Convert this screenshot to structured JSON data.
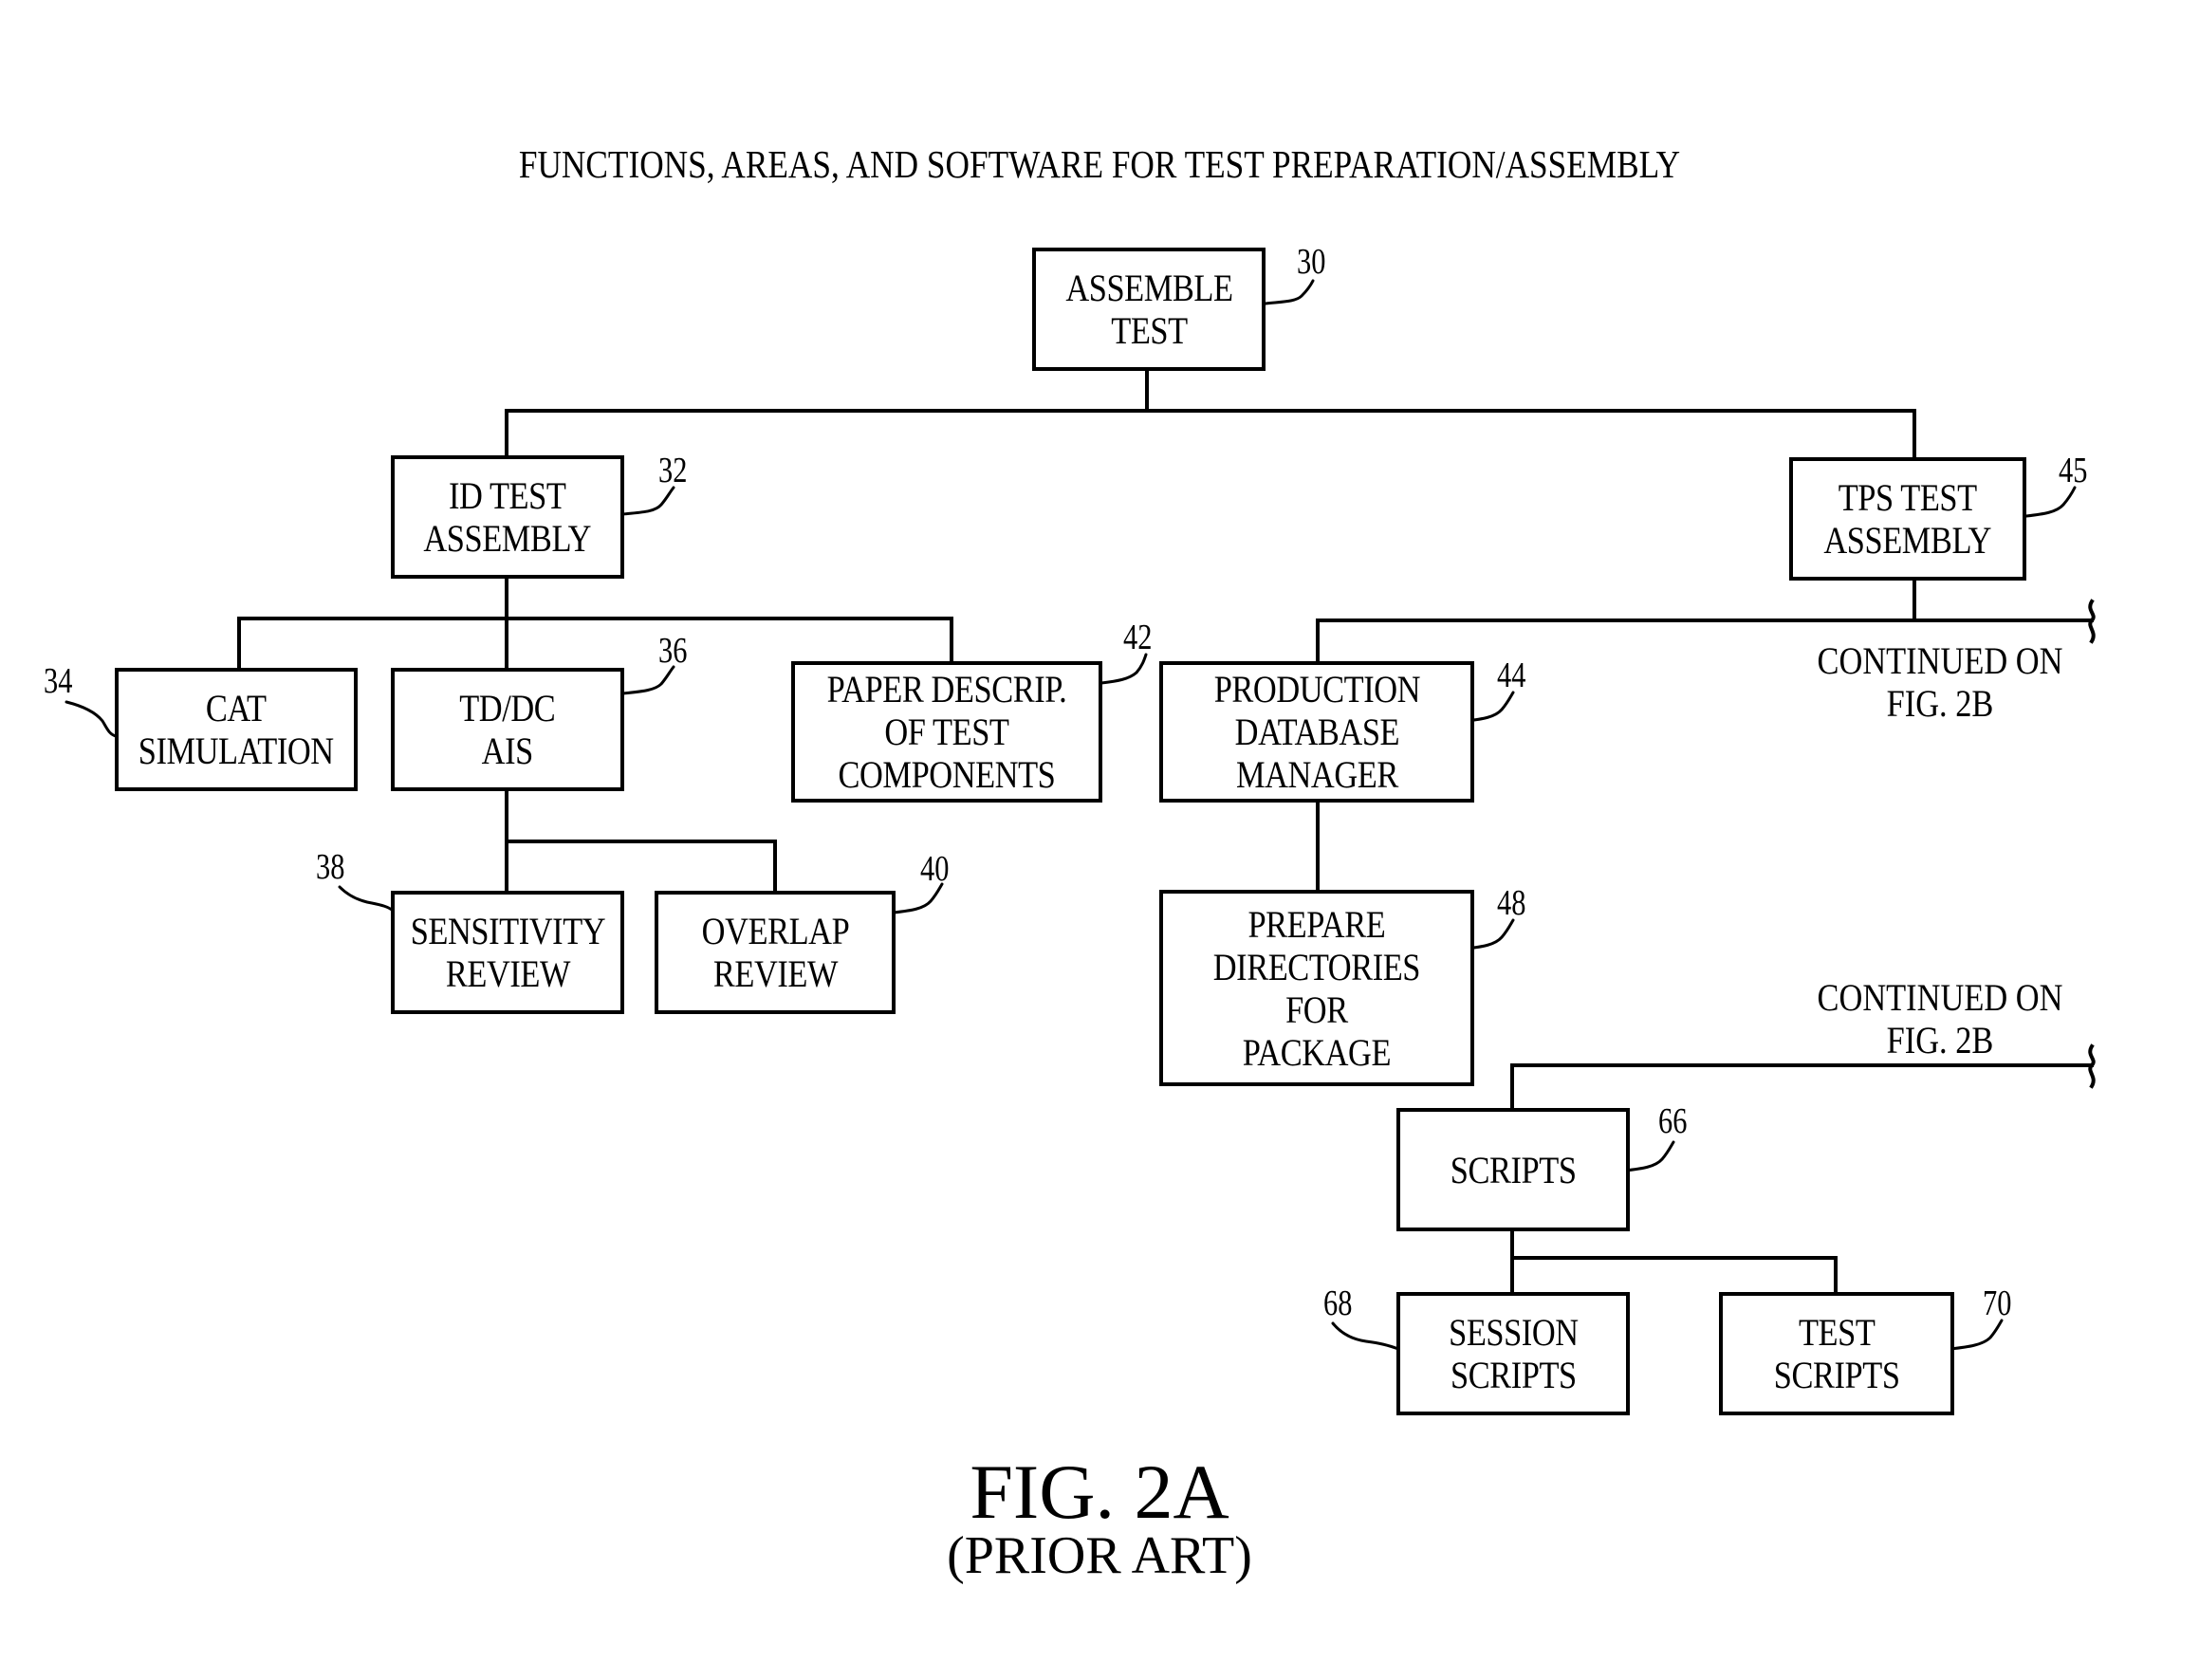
{
  "title": "FUNCTIONS,  AREAS, AND SOFTWARE FOR TEST PREPARATION/ASSEMBLY",
  "figure": {
    "label": "FIG. 2A",
    "sublabel": "(PRIOR ART)"
  },
  "nodes": {
    "assemble_test": {
      "lines": [
        "ASSEMBLE",
        "TEST"
      ],
      "ref": "30"
    },
    "id_test_assembly": {
      "lines": [
        "ID TEST",
        "ASSEMBLY"
      ],
      "ref": "32"
    },
    "tps_test_assembly": {
      "lines": [
        "TPS TEST",
        "ASSEMBLY"
      ],
      "ref": "45"
    },
    "cat_simulation": {
      "lines": [
        "CAT",
        "SIMULATION"
      ],
      "ref": "34"
    },
    "td_dc_ais": {
      "lines": [
        "TD/DC",
        "AIS"
      ],
      "ref": "36"
    },
    "paper_descrip": {
      "lines": [
        "PAPER DESCRIP.",
        "OF TEST",
        "COMPONENTS"
      ],
      "ref": "42"
    },
    "production_db_manager": {
      "lines": [
        "PRODUCTION",
        "DATABASE",
        "MANAGER"
      ],
      "ref": "44"
    },
    "sensitivity_review": {
      "lines": [
        "SENSITIVITY",
        "REVIEW"
      ],
      "ref": "38"
    },
    "overlap_review": {
      "lines": [
        "OVERLAP",
        "REVIEW"
      ],
      "ref": "40"
    },
    "prepare_directories": {
      "lines": [
        "PREPARE",
        "DIRECTORIES",
        "FOR",
        "PACKAGE"
      ],
      "ref": "48"
    },
    "scripts": {
      "lines": [
        "SCRIPTS"
      ],
      "ref": "66"
    },
    "session_scripts": {
      "lines": [
        "SESSION",
        "SCRIPTS"
      ],
      "ref": "68"
    },
    "test_scripts": {
      "lines": [
        "TEST",
        "SCRIPTS"
      ],
      "ref": "70"
    }
  },
  "continuations": {
    "upper": [
      "CONTINUED ON",
      "FIG. 2B"
    ],
    "lower": [
      "CONTINUED ON",
      "FIG. 2B"
    ]
  }
}
